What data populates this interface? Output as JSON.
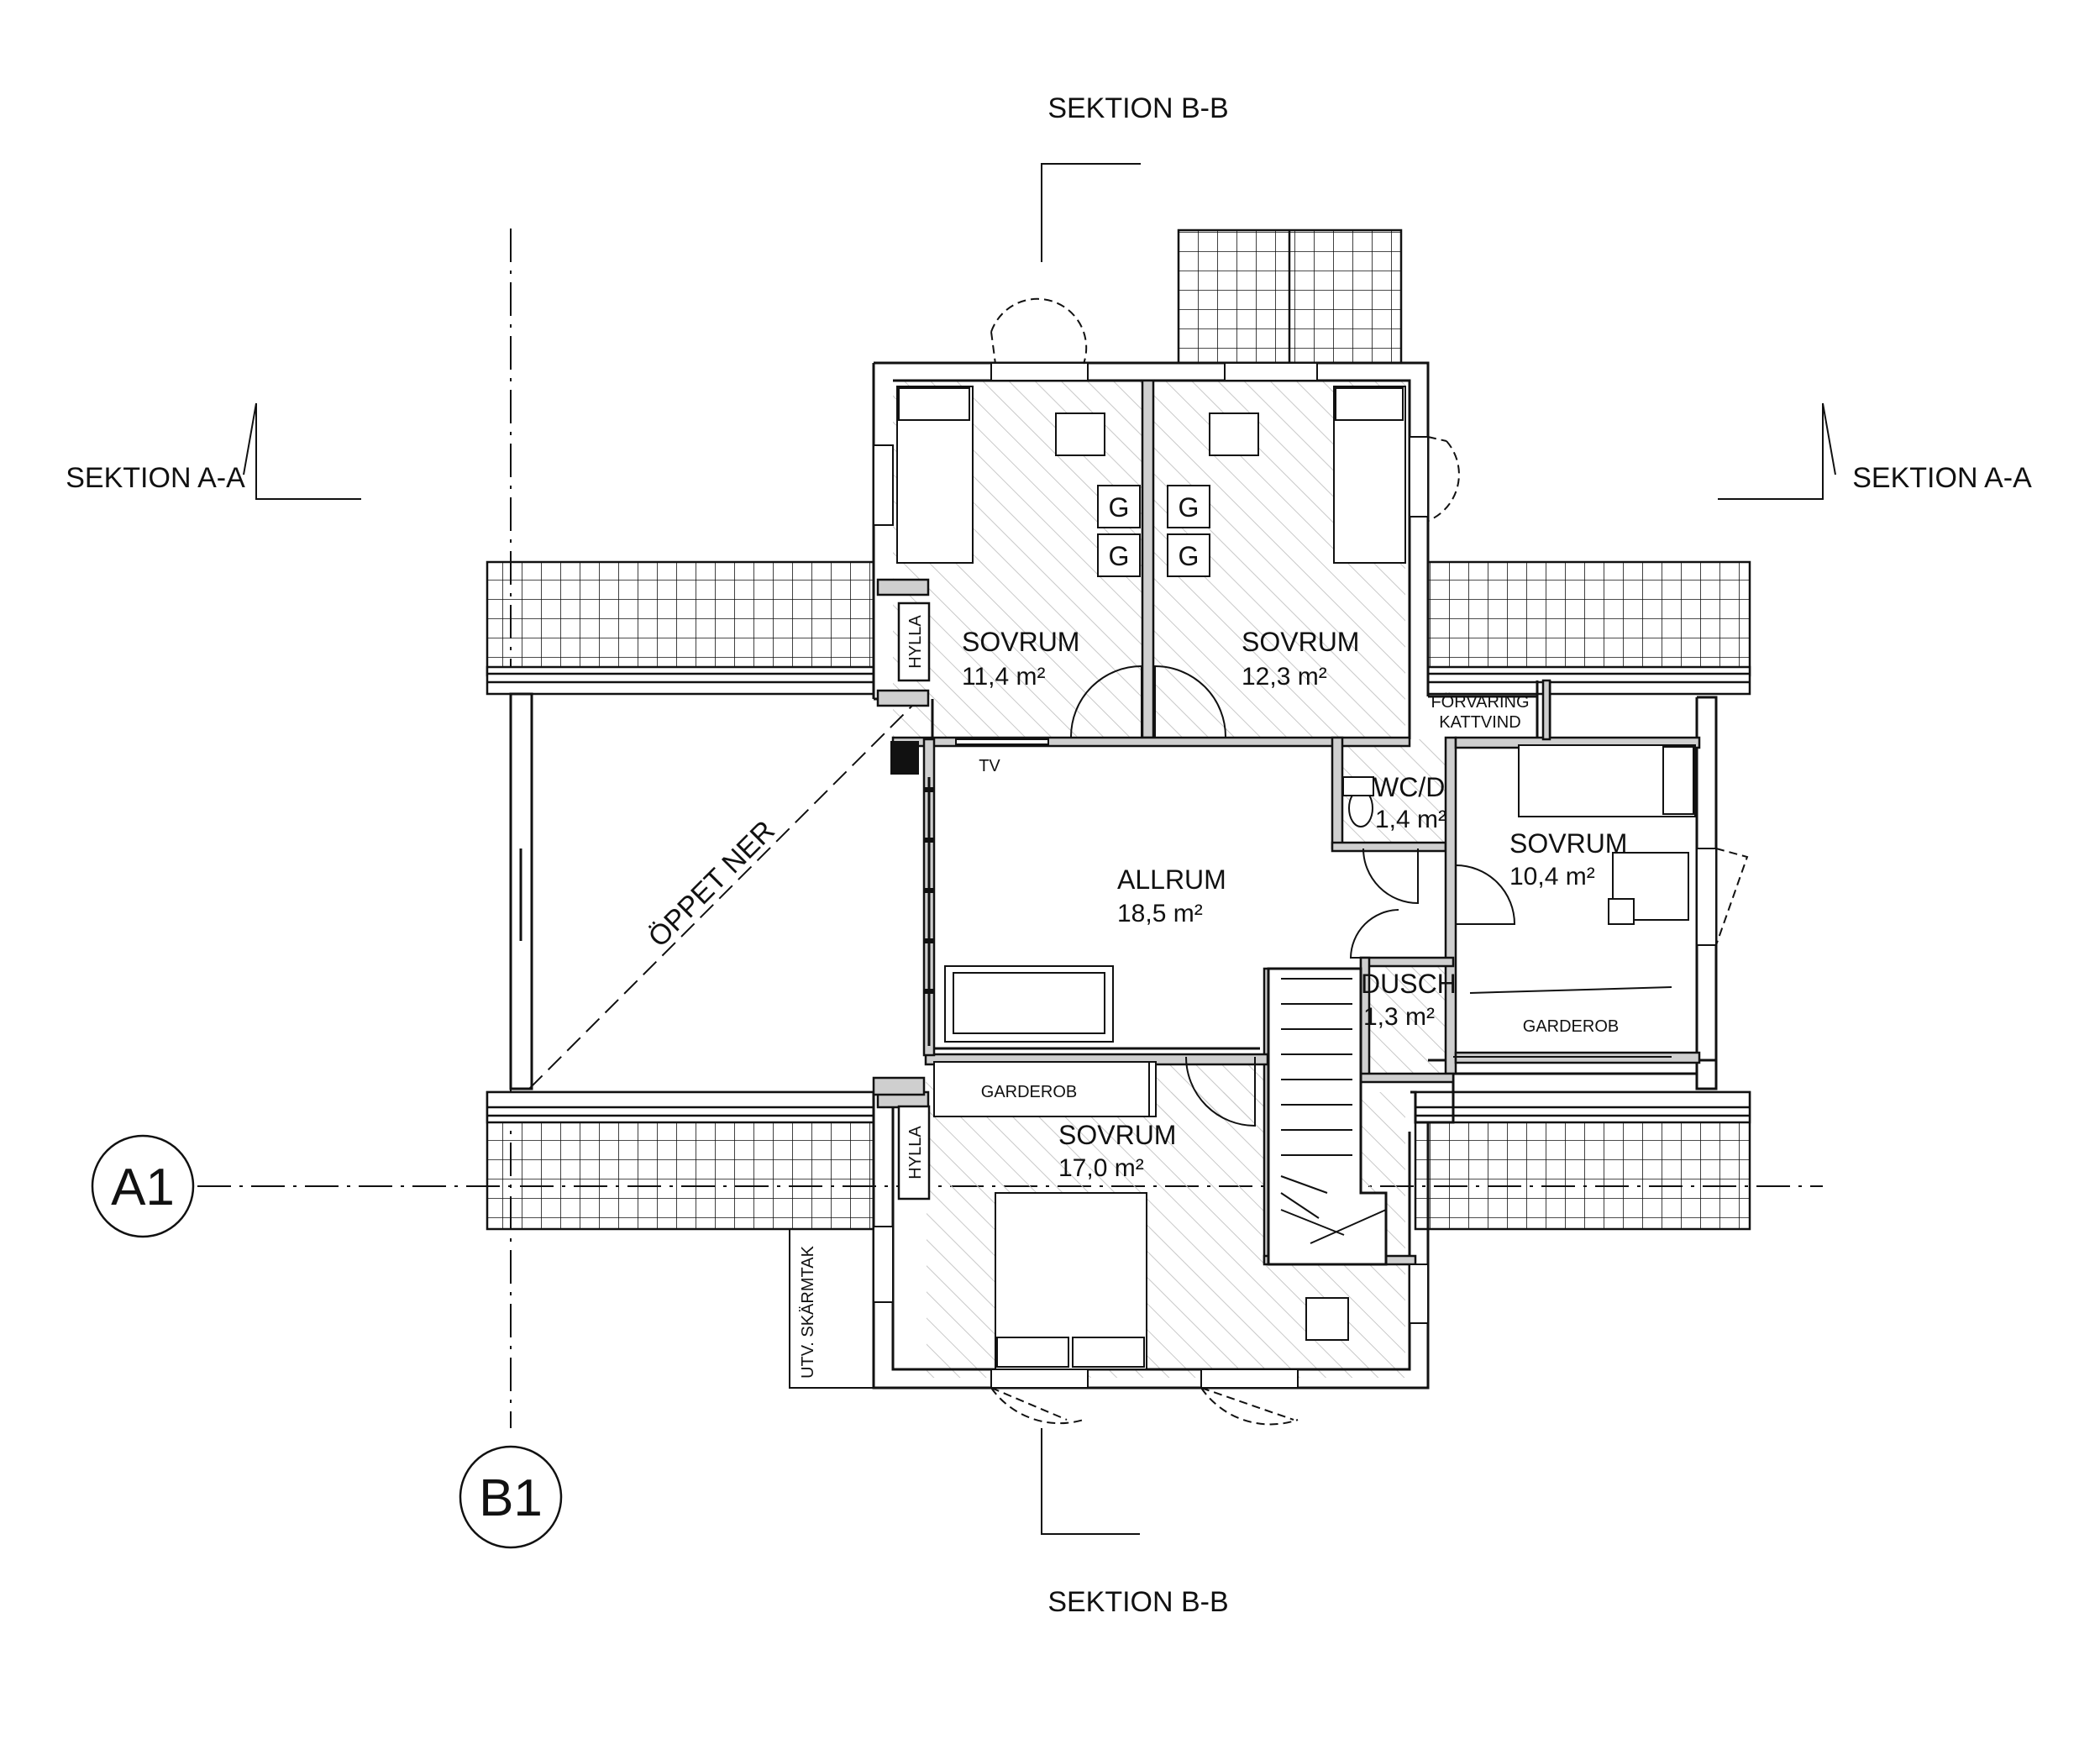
{
  "section_labels": {
    "b_top": "SEKTION B-B",
    "b_bottom": "SEKTION B-B",
    "a_left": "SEKTION A-A",
    "a_right": "SEKTION A-A"
  },
  "axes": {
    "a": "A1",
    "b": "B1"
  },
  "rooms": {
    "sovrum_nw": {
      "name": "SOVRUM",
      "area": "11,4 m²"
    },
    "sovrum_ne": {
      "name": "SOVRUM",
      "area": "12,3 m²"
    },
    "sovrum_e": {
      "name": "SOVRUM",
      "area": "10,4 m²"
    },
    "sovrum_s": {
      "name": "SOVRUM",
      "area": "17,0 m²"
    },
    "allrum": {
      "name": "ALLRUM",
      "area": "18,5 m²"
    },
    "wc": {
      "name": "WC/D",
      "area": "1,4 m²"
    },
    "dusch": {
      "name": "DUSCH",
      "area": "1,3 m²"
    }
  },
  "labels": {
    "hylla_top": "HYLLA",
    "hylla_bottom": "HYLLA",
    "garderob_s": "GARDEROB",
    "garderob_e": "GARDEROB",
    "forvaring": "FÖRVARING",
    "kattvind": "KATTVIND",
    "tv": "TV",
    "oppet_ner": "ÖPPET NER",
    "utv_skarmtak": "UTV. SKÄRMTAK",
    "g1": "G",
    "g2": "G",
    "g3": "G",
    "g4": "G"
  },
  "colors": {
    "line": "#111111",
    "hatch": "#c8c8c8",
    "wall_fill": "#cfcfcf"
  }
}
